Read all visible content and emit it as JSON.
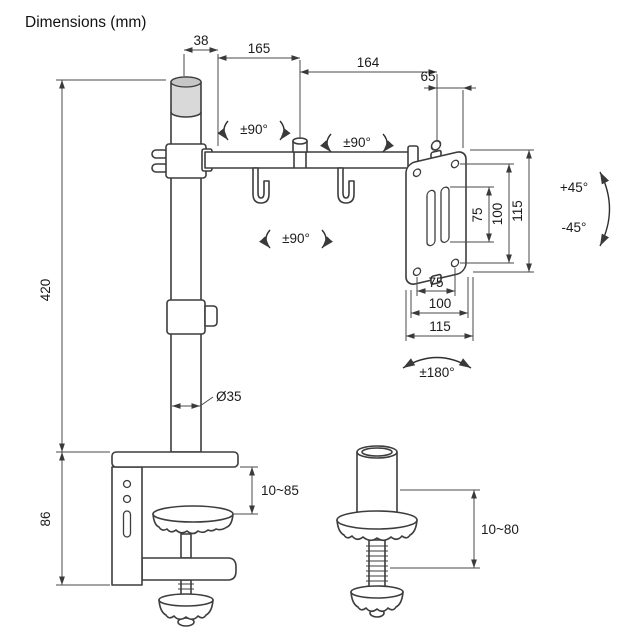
{
  "title": "Dimensions (mm)",
  "labels": {
    "top_width": "38",
    "arm_reach_1": "165",
    "arm_reach_2": "164",
    "vesa_offset": "65",
    "pole_height": "420",
    "clamp_height": "86",
    "pole_diameter": "Ø35",
    "clamp_range": "10~85",
    "grommet_range": "10~80",
    "swivel_1": "±90°",
    "swivel_2": "±90°",
    "swivel_3": "±90°",
    "tilt_up": "+45°",
    "tilt_down": "-45°",
    "rotation": "±180°",
    "vesa_v_inner": "75",
    "vesa_v_mid": "100",
    "vesa_v_outer": "115",
    "vesa_h_inner": "75",
    "vesa_h_mid": "100",
    "vesa_h_outer": "115"
  }
}
